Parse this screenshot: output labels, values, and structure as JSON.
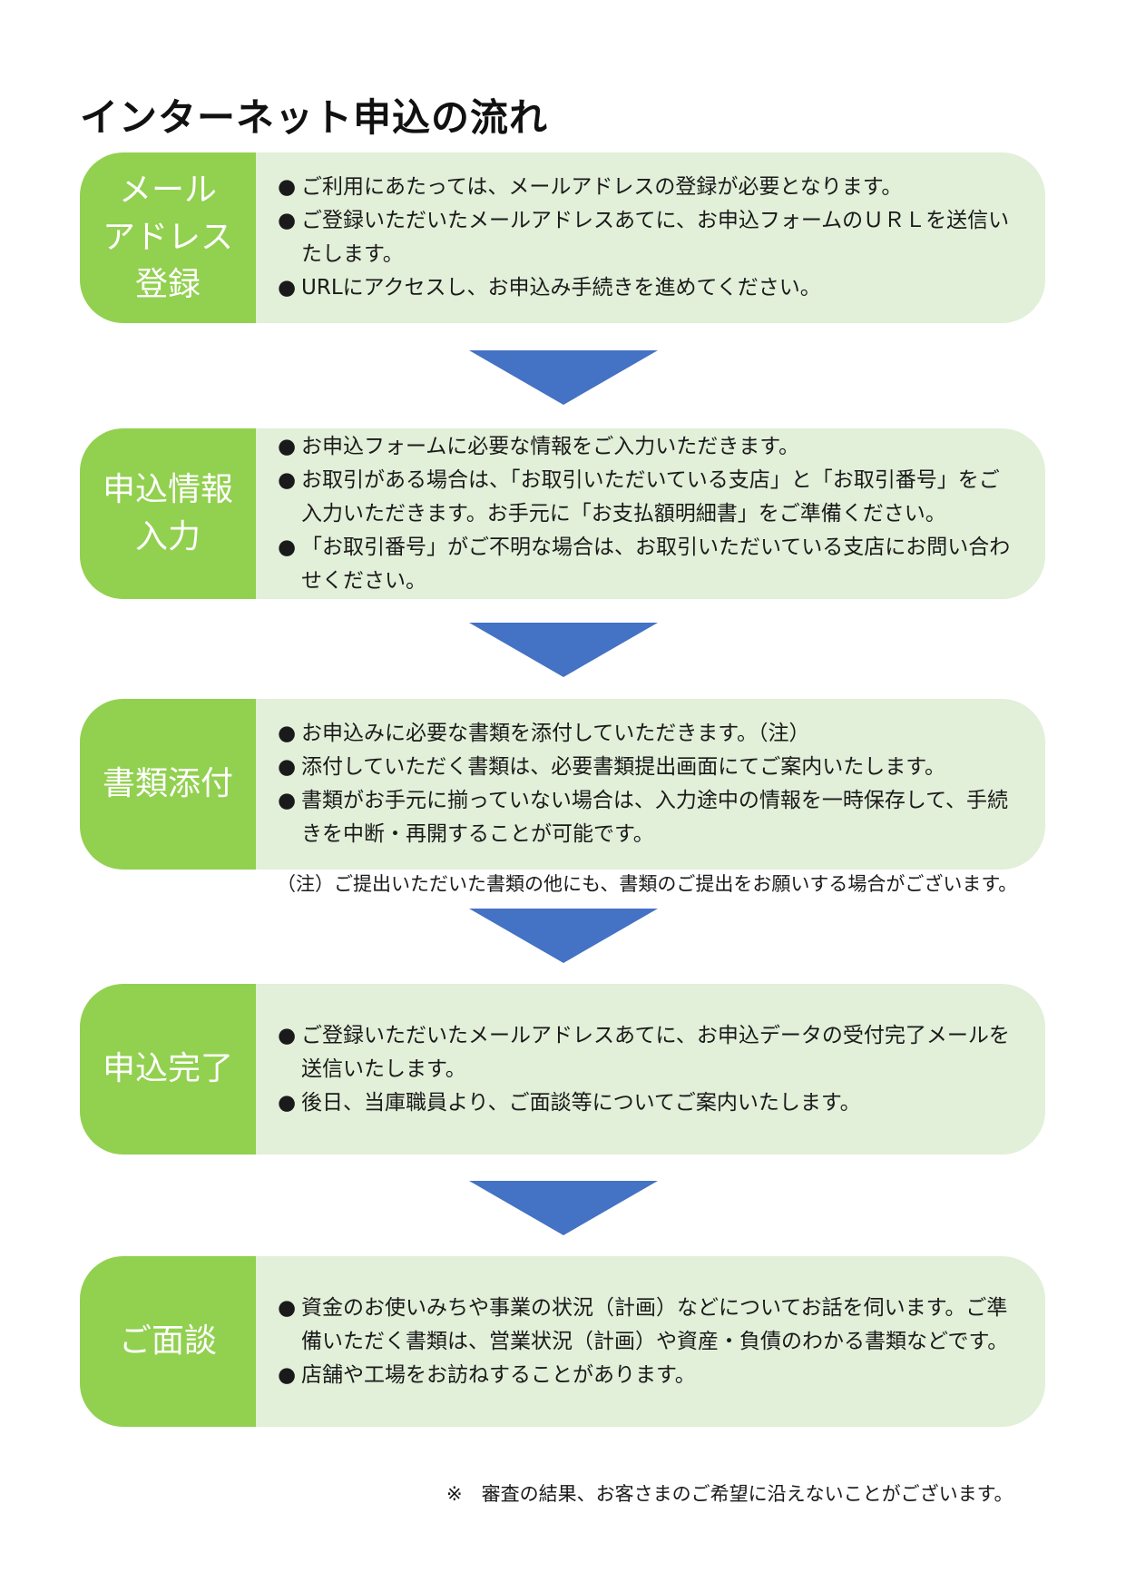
{
  "title": "インターネット申込の流れ",
  "steps": [
    {
      "label_lines": [
        "メール",
        "アドレス",
        "登録"
      ],
      "items": [
        "ご利用にあたっては、メールアドレスの登録が必要となります。",
        "ご登録いただいたメールアドレスあてに、お申込フォームのＵＲＬを送信いたします。",
        "URLにアクセスし、お申込み手続きを進めてください。"
      ]
    },
    {
      "label_lines": [
        "申込情報",
        "入力"
      ],
      "items": [
        "お申込フォームに必要な情報をご入力いただきます。",
        "お取引がある場合は、「お取引いただいている支店」と「お取引番号」をご入力いただきます。お手元に「お支払額明細書」をご準備ください。",
        "「お取引番号」がご不明な場合は、お取引いただいている支店にお問い合わせください。"
      ]
    },
    {
      "label_lines": [
        "書類添付"
      ],
      "items": [
        "お申込みに必要な書類を添付していただきます。（注）",
        "添付していただく書類は、必要書類提出画面にてご案内いたします。",
        "書類がお手元に揃っていない場合は、入力途中の情報を一時保存して、手続きを中断・再開することが可能です。"
      ]
    },
    {
      "label_lines": [
        "申込完了"
      ],
      "items": [
        "ご登録いただいたメールアドレスあてに、お申込データの受付完了メールを送信いたします。",
        "後日、当庫職員より、ご面談等についてご案内いたします。"
      ]
    },
    {
      "label_lines": [
        "ご面談"
      ],
      "items": [
        "資金のお使いみちや事業の状況（計画）などについてお話を伺います。ご準備いただく書類は、営業状況（計画）や資産・負債のわかる書類などです。",
        "店舗や工場をお訪ねすることがあります。"
      ]
    }
  ],
  "note": "（注）ご提出いただいた書類の他にも、書類のご提出をお願いする場合がございます。",
  "footnote": "※　審査の結果、お客さまのご希望に沿えないことがございます。",
  "colors": {
    "label_bg": "#92d050",
    "body_bg": "#e2efd9",
    "arrow": "#4472c4"
  }
}
